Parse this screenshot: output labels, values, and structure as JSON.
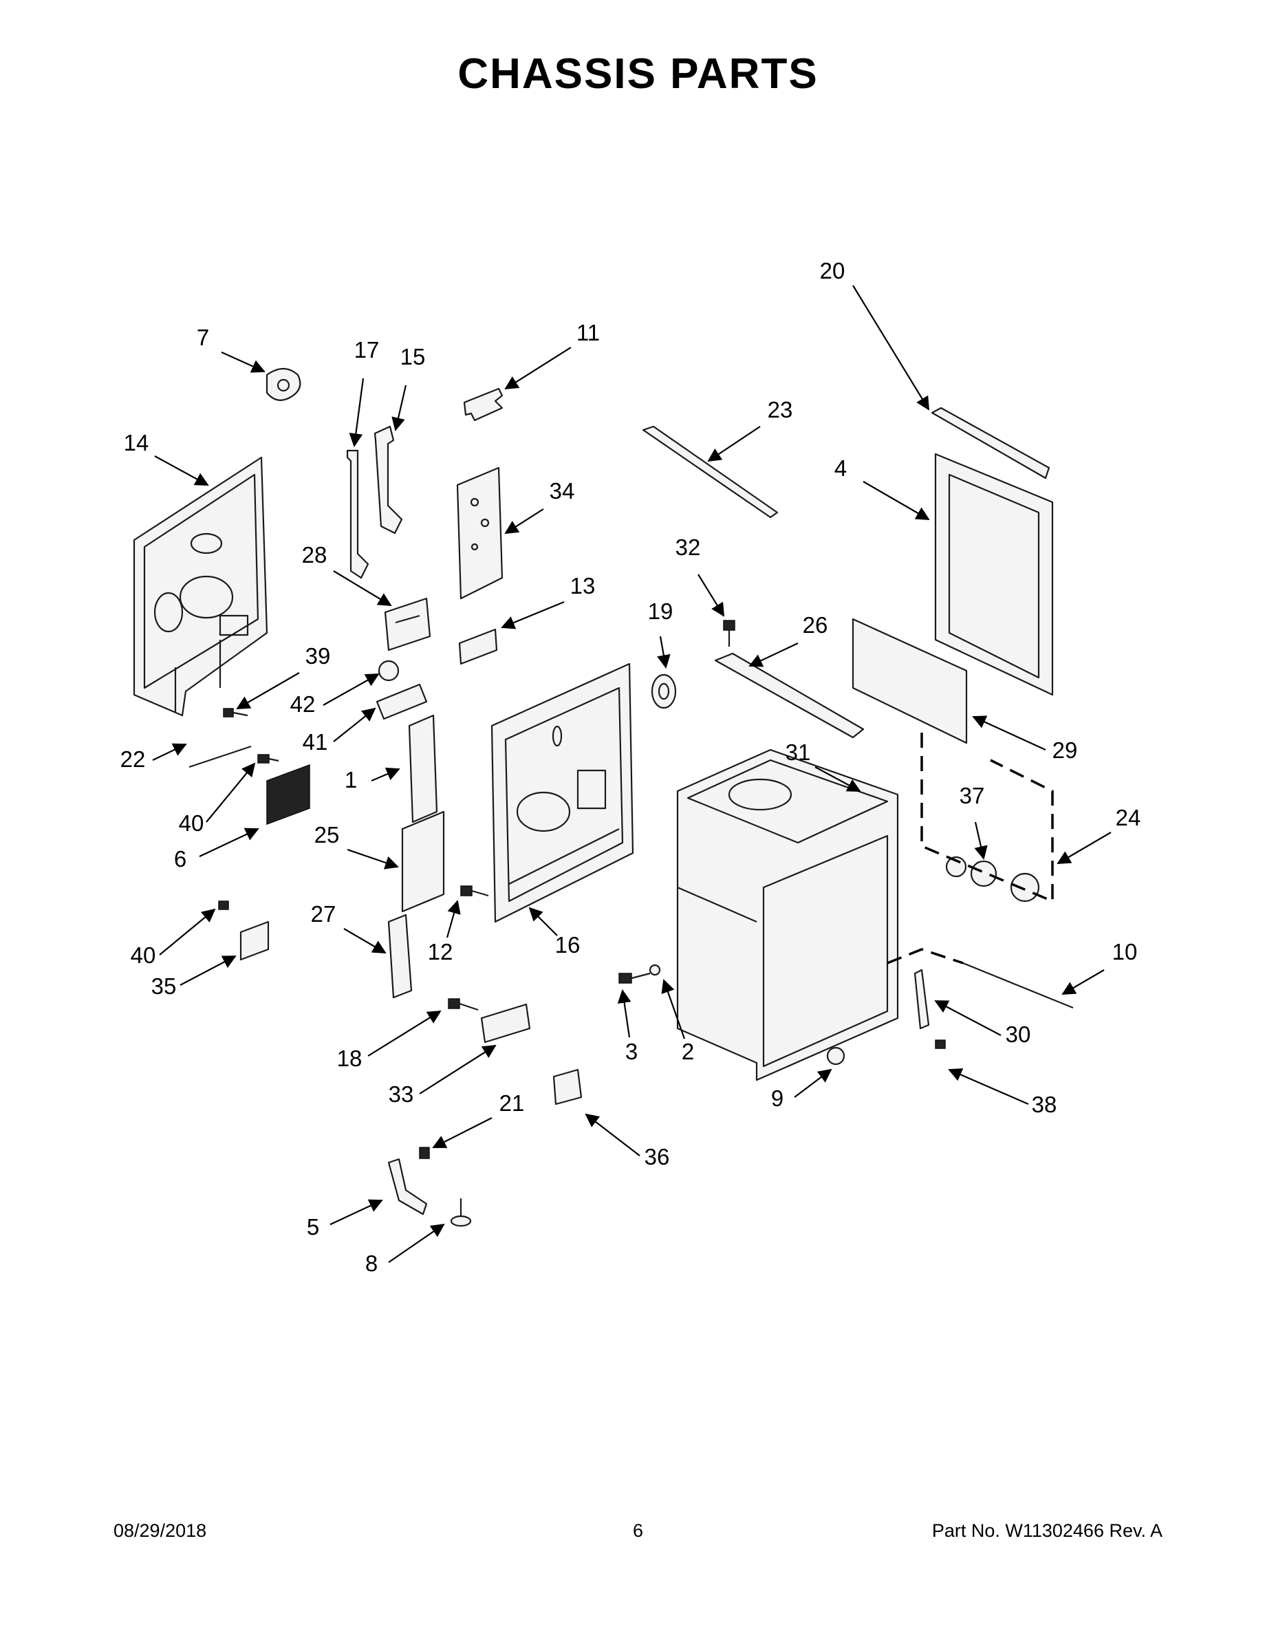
{
  "title": "CHASSIS PARTS",
  "callouts": [
    {
      "num": "1"
    },
    {
      "num": "2"
    },
    {
      "num": "3"
    },
    {
      "num": "4"
    },
    {
      "num": "5"
    },
    {
      "num": "6"
    },
    {
      "num": "7"
    },
    {
      "num": "8"
    },
    {
      "num": "9"
    },
    {
      "num": "10"
    },
    {
      "num": "11"
    },
    {
      "num": "12"
    },
    {
      "num": "13"
    },
    {
      "num": "14"
    },
    {
      "num": "15"
    },
    {
      "num": "16"
    },
    {
      "num": "17"
    },
    {
      "num": "18"
    },
    {
      "num": "19"
    },
    {
      "num": "20"
    },
    {
      "num": "21"
    },
    {
      "num": "22"
    },
    {
      "num": "23"
    },
    {
      "num": "24"
    },
    {
      "num": "25"
    },
    {
      "num": "26"
    },
    {
      "num": "27"
    },
    {
      "num": "28"
    },
    {
      "num": "29"
    },
    {
      "num": "30"
    },
    {
      "num": "31"
    },
    {
      "num": "32"
    },
    {
      "num": "33"
    },
    {
      "num": "34"
    },
    {
      "num": "35"
    },
    {
      "num": "36"
    },
    {
      "num": "37"
    },
    {
      "num": "38"
    },
    {
      "num": "39"
    },
    {
      "num": "40a"
    },
    {
      "num": "40b"
    },
    {
      "num": "41"
    },
    {
      "num": "42"
    }
  ],
  "footer": {
    "date": "08/29/2018",
    "page": "6",
    "part_no": "Part No.  W11302466  Rev.  A"
  }
}
